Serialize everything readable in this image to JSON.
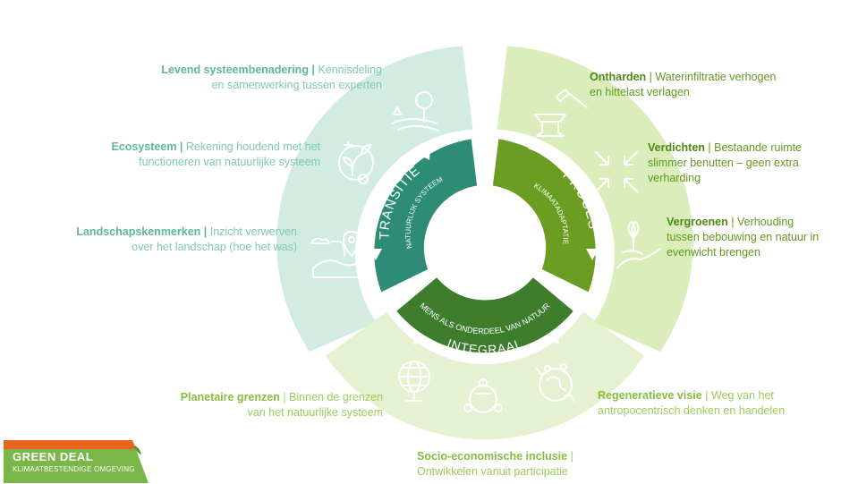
{
  "wheel": {
    "transitie": {
      "title": "TRANSITIE",
      "subtitle": "NATUURLIJK SYSTEEM"
    },
    "proces": {
      "title": "PROCES",
      "subtitle": "KLIMAATADAPTATIE"
    },
    "integraal": {
      "title": "INTEGRAAL",
      "subtitle": "MENS ALS ONDERDEEL VAN NATUUR"
    }
  },
  "labels": {
    "levend": {
      "bold": "Levend systeembenadering |",
      "line1": " Kennisdeling",
      "line2": "en samenwerking tussen experten"
    },
    "ecosysteem": {
      "bold": "Ecosysteem |",
      "line1": " Rekening houdend met het",
      "line2": "functioneren van natuurlijke systeem"
    },
    "landschap": {
      "bold": "Landschapskenmerken |",
      "line1": " Inzicht verwerven",
      "line2": "over het landschap (hoe het was)"
    },
    "ontharden": {
      "bold": "Ontharden",
      "line1": " | Waterinfiltratie  verhogen",
      "line2": "en hittelast verlagen"
    },
    "verdichten": {
      "bold": "Verdichten",
      "line1": " | Bestaande ruimte",
      "line2": "slimmer benutten – geen extra",
      "line3": "verharding"
    },
    "vergroenen": {
      "bold": "Vergroenen",
      "line1": " | Verhouding",
      "line2": "tussen bebouwing en natuur in",
      "line3": "evenwicht brengen"
    },
    "planetaire": {
      "bold": "Planetaire grenzen",
      "line1": " | Binnen de grenzen",
      "line2": "van het natuurlijke systeem"
    },
    "regeneratief": {
      "bold": "Regeneratieve visie",
      "line1": " | Weg van het",
      "line2": "antropocentrisch denken en handelen"
    },
    "socio": {
      "bold": "Socio-economische inclusie",
      "line1": " |",
      "line2": "Ontwikkelen vanuit participatie"
    }
  },
  "logo": {
    "title": "GREEN DEAL",
    "subtitle": "KLIMAATBESTENDIGE OMGEVING"
  },
  "colors": {
    "teal_light": "#cdeadf",
    "teal_dark": "#2e8b74",
    "green_light": "#d6ebb4",
    "green_mid": "#6a9d22",
    "green_dark": "#3d7d2c",
    "lime_light": "#e2f0cc",
    "logo_orange": "#e8641e",
    "logo_green": "#7ab648"
  },
  "icons": [
    "tree-landscape-icon",
    "plant-gear-icon",
    "map-pin-icon",
    "hammer-anvil-icon",
    "compress-arrows-icon",
    "hand-plant-icon",
    "globe-icon",
    "people-circle-icon",
    "recycle-earth-icon"
  ]
}
